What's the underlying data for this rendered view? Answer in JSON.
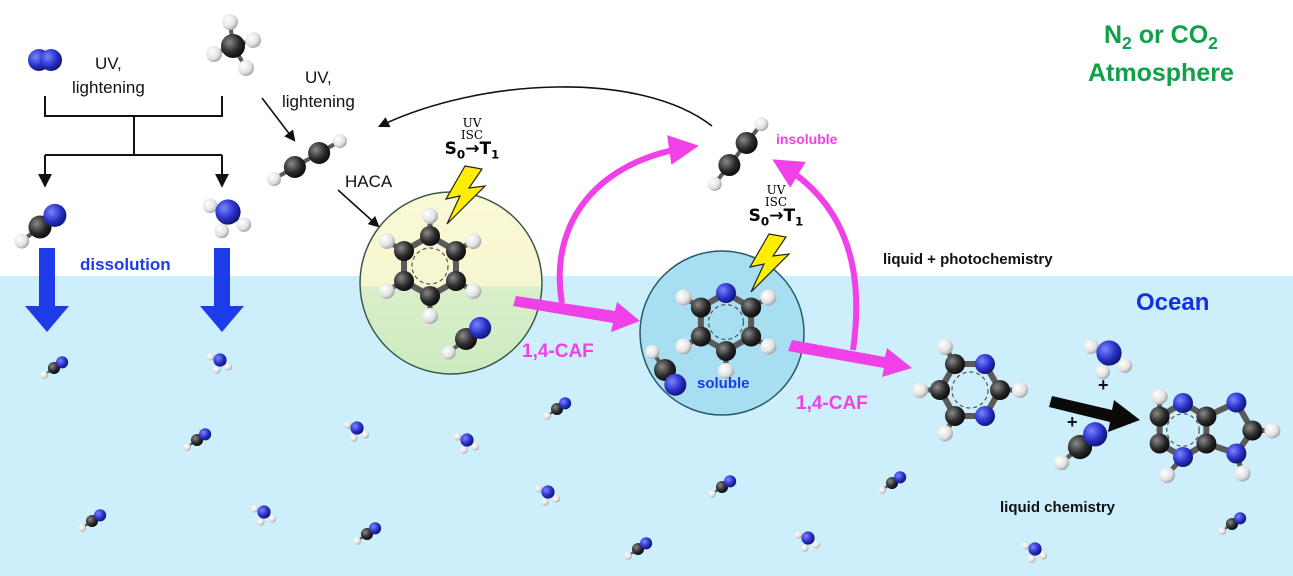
{
  "labels": {
    "uv_lightening_left": [
      "UV,",
      "lightening"
    ],
    "uv_lightening_mid": [
      "UV,",
      "lightening"
    ],
    "haca": "HACA",
    "atmosphere_line1": "N",
    "atmosphere_sub1": "2",
    "atmosphere_or": " or CO",
    "atmosphere_sub2": "2",
    "atmosphere_line2": "Atmosphere",
    "ocean": "Ocean",
    "dissolution": "dissolution",
    "insoluble": "insoluble",
    "soluble": "soluble",
    "caf_left": "1,4-CAF",
    "caf_right": "1,4-CAF",
    "liquid_photochemistry": "liquid + photochemistry",
    "liquid_chemistry": "liquid chemistry",
    "plus_top": "+",
    "plus_bottom": "+"
  },
  "transition_1": {
    "over_top": "UV",
    "over_bottom": "ISC",
    "from": "S",
    "from_sub": "0",
    "arrow": "→",
    "to": "T",
    "to_sub": "1"
  },
  "transition_2": {
    "over_top": "UV",
    "over_bottom": "ISC",
    "from": "S",
    "from_sub": "0",
    "arrow": "→",
    "to": "T",
    "to_sub": "1"
  },
  "colors": {
    "ocean": "#cdeefb",
    "atmosphere_text": "#10a04a",
    "ocean_text": "#1530e0",
    "magenta": "#f040e8",
    "dissolution_blue": "#1b3ce8",
    "carbon": "#2a2a2a",
    "nitrogen": "#2830c8",
    "hydrogen": "#eeeeee",
    "bolt": "#ffee00",
    "benzene_top": "#fbf9d6",
    "benzene_bottom": "#d5eec8",
    "pyridine_circle": "#a8def2"
  },
  "icons": [
    "lightning-bolt-icon",
    "n2-molecule-icon",
    "methane-molecule-icon",
    "acetylene-molecule-icon",
    "hcn-molecule-icon",
    "ammonia-molecule-icon",
    "benzene-molecule-icon",
    "pyridine-molecule-icon",
    "pyrimidine-molecule-icon",
    "purine-molecule-icon"
  ]
}
